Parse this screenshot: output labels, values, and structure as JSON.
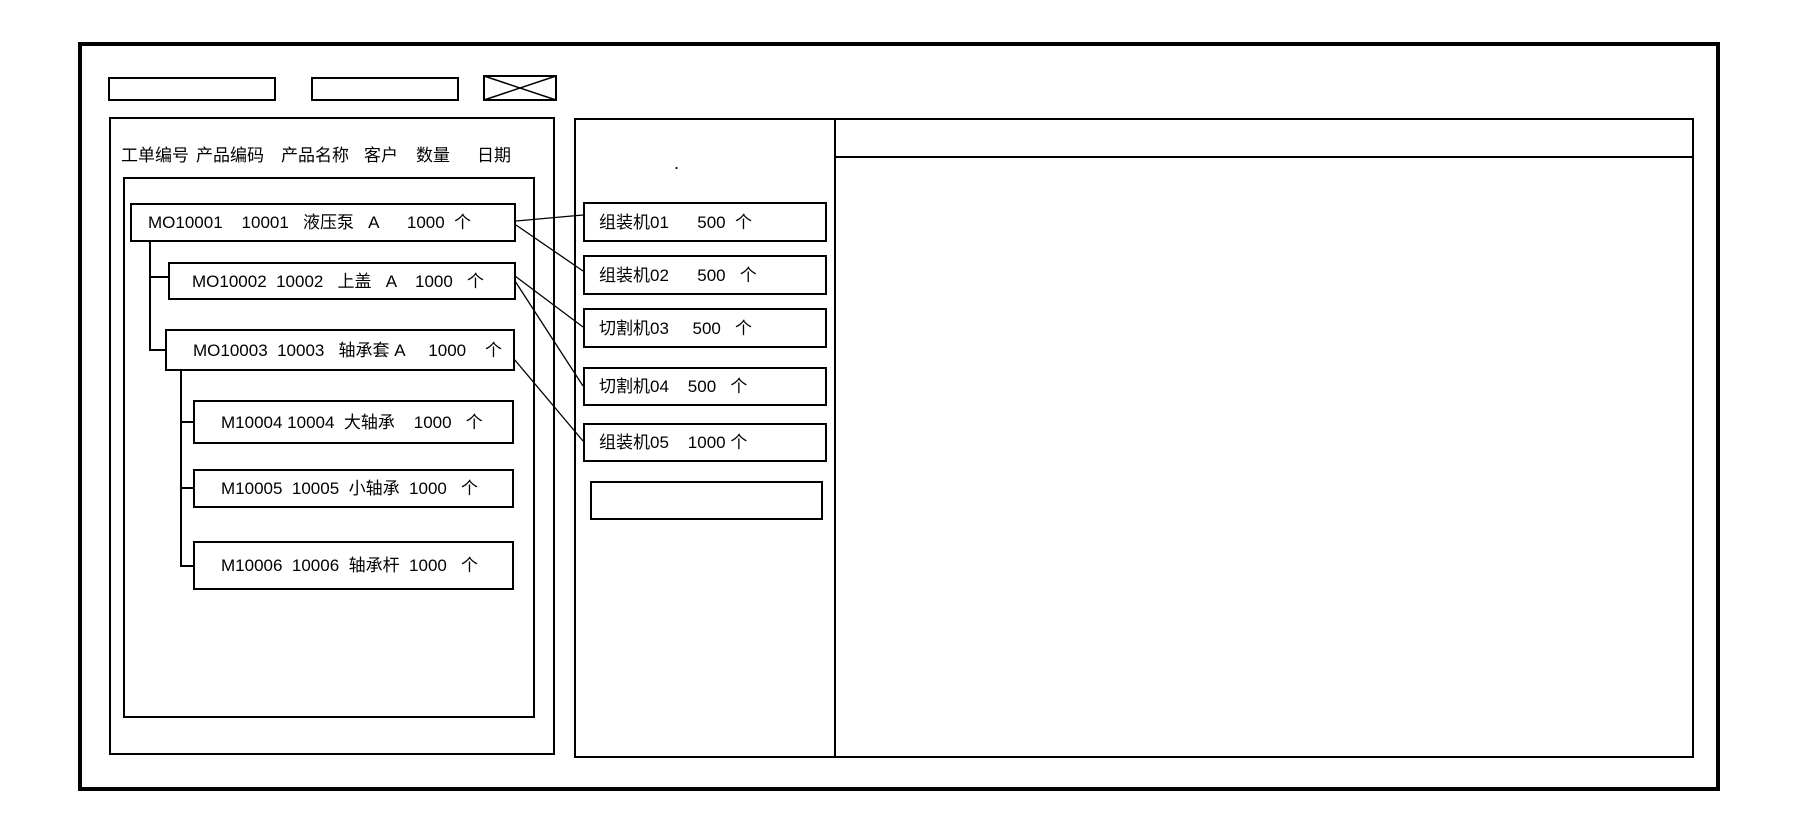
{
  "window": {
    "background": "#ffffff",
    "line_color": "#000000"
  },
  "toolbar": {
    "field1": {
      "value": "",
      "placeholder": ""
    },
    "field2": {
      "value": "",
      "placeholder": ""
    }
  },
  "orders_panel": {
    "columns": [
      "工单编号",
      "产品编码",
      "产品名称",
      "客户",
      "数量",
      "日期"
    ],
    "orders": [
      {
        "order_no": "MO10001",
        "product_code": "10001",
        "product_name": "液压泵",
        "customer": "A",
        "qty": "1000",
        "unit": "个",
        "label": "MO10001    10001   液压泵   A      1000  个"
      },
      {
        "order_no": "MO10002",
        "product_code": "10002",
        "product_name": "上盖",
        "customer": "A",
        "qty": "1000",
        "unit": "个",
        "label": "MO10002  10002   上盖   A    1000   个"
      },
      {
        "order_no": "MO10003",
        "product_code": "10003",
        "product_name": "轴承套",
        "customer": "A",
        "qty": "1000",
        "unit": "个",
        "label": "MO10003  10003   轴承套 A     1000    个"
      },
      {
        "order_no": "M10004",
        "product_code": "10004",
        "product_name": "大轴承",
        "qty": "1000",
        "unit": "个",
        "label": "M10004 10004  大轴承    1000   个"
      },
      {
        "order_no": "M10005",
        "product_code": "10005",
        "product_name": "小轴承",
        "qty": "1000",
        "unit": "个",
        "label": "M10005  10005  小轴承  1000   个"
      },
      {
        "order_no": "M10006",
        "product_code": "10006",
        "product_name": "轴承杆",
        "qty": "1000",
        "unit": "个",
        "label": "M10006  10006  轴承杆  1000   个"
      }
    ]
  },
  "machines_panel": {
    "stray_mark": ".",
    "machines": [
      {
        "machine": "组装机01",
        "qty": "500",
        "unit": "个",
        "label": "组装机01      500  个"
      },
      {
        "machine": "组装机02",
        "qty": "500",
        "unit": "个",
        "label": "组装机02      500   个"
      },
      {
        "machine": "切割机03",
        "qty": "500",
        "unit": "个",
        "label": "切割机03     500   个"
      },
      {
        "machine": "切割机04",
        "qty": "500",
        "unit": "个",
        "label": "切割机04    500   个"
      },
      {
        "machine": "组装机05",
        "qty": "1000",
        "unit": "个",
        "label": "组装机05    1000 个"
      },
      {
        "machine": "",
        "qty": "",
        "unit": "",
        "label": ""
      }
    ]
  }
}
